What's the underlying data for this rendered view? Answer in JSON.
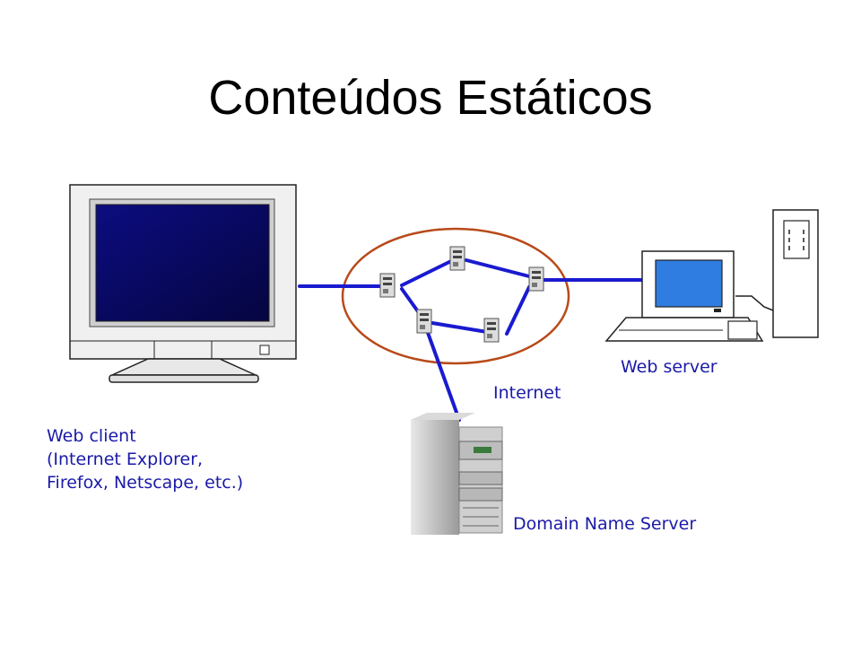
{
  "title": "Conteúdos Estáticos",
  "labels": {
    "web_client": [
      "Web client",
      "(Internet Explorer,",
      "Firefox, Netscape, etc.)"
    ],
    "web_server": "Web server",
    "internet": "Internet",
    "dns": "Domain Name Server"
  },
  "colors": {
    "link": "#1a1ad0",
    "cloud": "#b84a1a",
    "label": "#1a1aa8",
    "screen_dark": "#0a0a6e",
    "screen_light": "#2f7de0"
  },
  "icons": [
    "crt-monitor-icon",
    "workstation-icon",
    "tower-server-icon",
    "router-icon"
  ]
}
